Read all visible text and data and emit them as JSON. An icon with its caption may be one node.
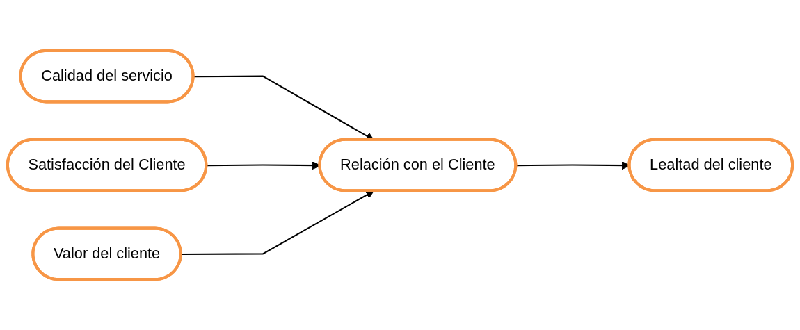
{
  "diagram": {
    "nodes": [
      {
        "text": [
          "Calidad del servicio"
        ]
      },
      {
        "text": [
          "Satisfacción del Cliente"
        ]
      },
      {
        "text": [
          "Valor del cliente"
        ]
      },
      {
        "text": [
          "Relación con el Cliente"
        ]
      },
      {
        "text": [
          "Lealtad del cliente"
        ]
      }
    ],
    "edges": [
      {
        "from": 0,
        "to": 3,
        "arrow": "to"
      },
      {
        "from": 1,
        "to": 3,
        "arrow": "to"
      },
      {
        "from": 2,
        "to": 3,
        "arrow": "to"
      },
      {
        "from": 3,
        "to": 4,
        "arrow": "to"
      }
    ]
  }
}
